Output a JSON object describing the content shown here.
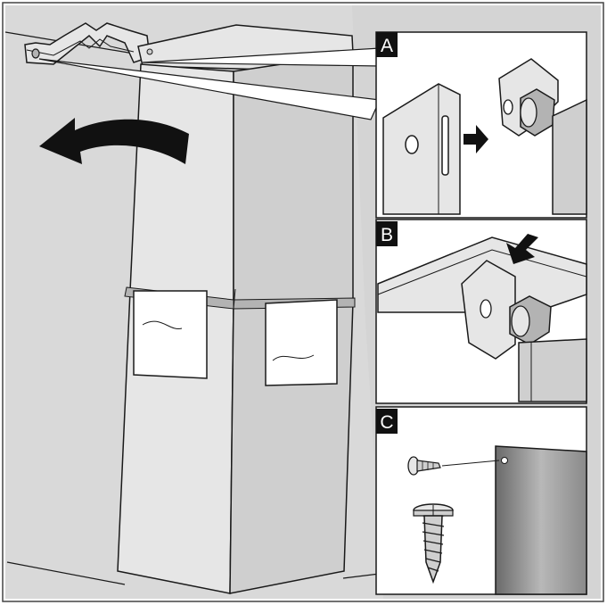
{
  "figure": {
    "kind": "installation-instruction-illustration",
    "main_action": "swing-chimney-cover-sideways",
    "colors": {
      "background_wall": "#d9d9d9",
      "metal_light": "#e6e6e6",
      "metal_mid": "#cfcfcf",
      "metal_dark": "#b3b3b3",
      "outline": "#1a1a1a",
      "arrow": "#111111",
      "panel_label_bg": "#111111",
      "panel_label_fg": "#ffffff"
    }
  },
  "panels": [
    {
      "label": "A",
      "depicts": "bracket-slot-and-bolt"
    },
    {
      "label": "B",
      "depicts": "bracket-hooked-onto-bolt"
    },
    {
      "label": "C",
      "depicts": "screw-fastening-cover"
    }
  ]
}
